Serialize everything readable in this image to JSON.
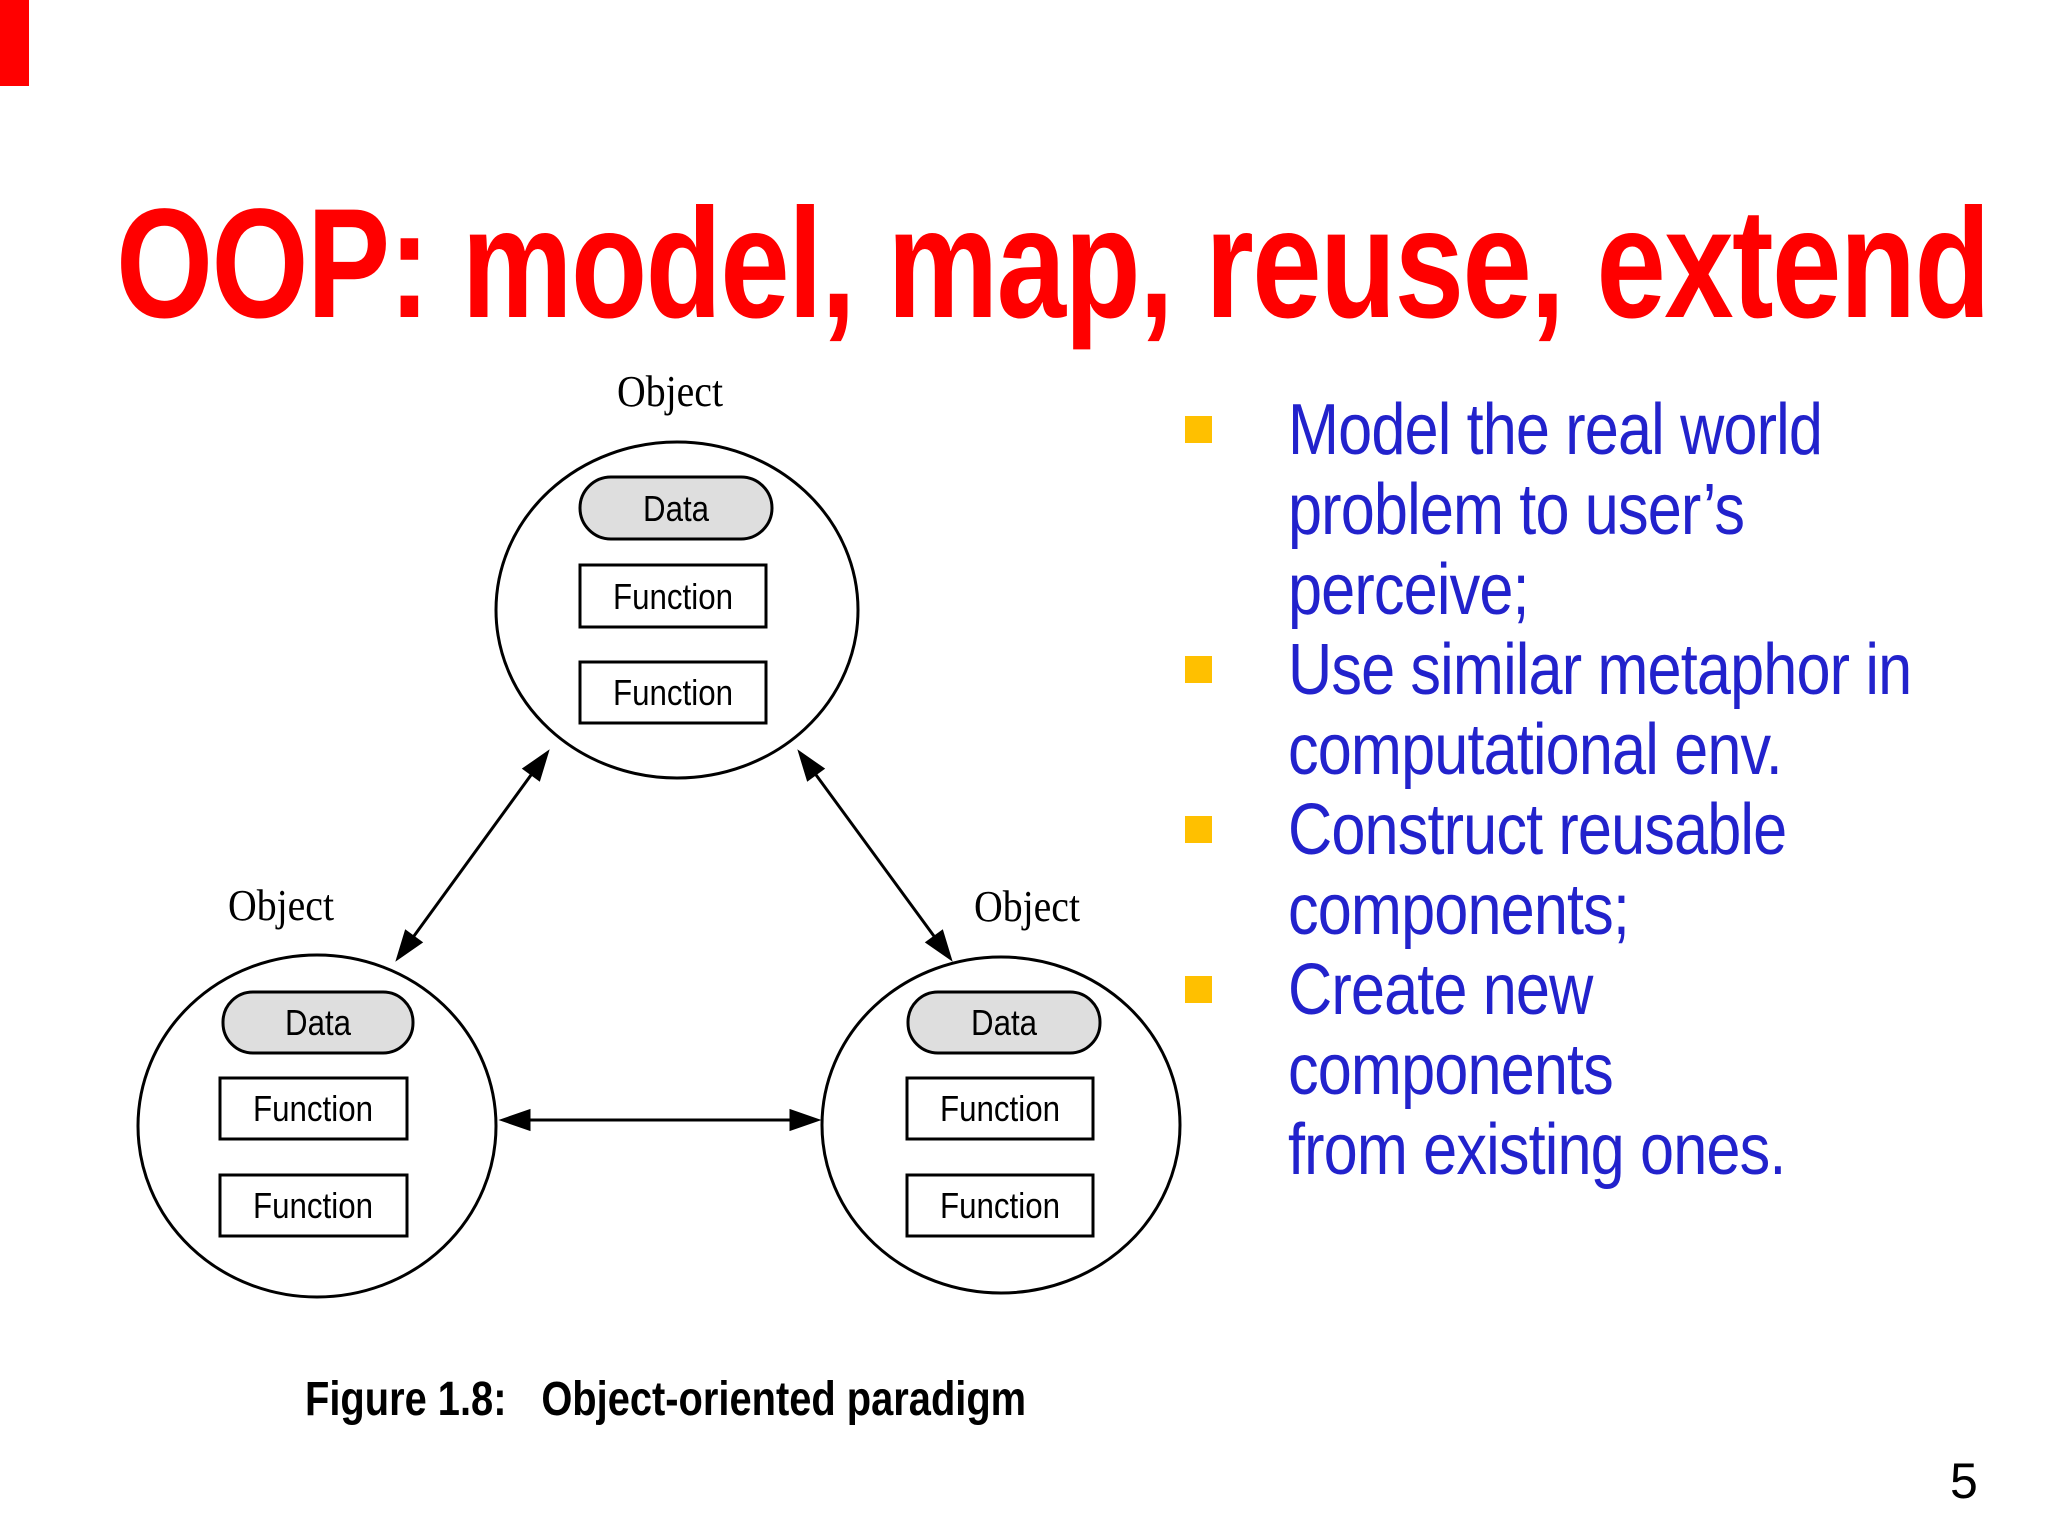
{
  "slide": {
    "title": "OOP: model, map, reuse, extend",
    "page_number": "5",
    "colors": {
      "title_red": "#ff0000",
      "bullet_text_blue": "#2222cc",
      "bullet_square_gold": "#ffc000",
      "data_oval_gray": "#dedede",
      "corner_mark_red": "#ff0000",
      "diagram_line_black": "#000000"
    }
  },
  "bullets": {
    "items": [
      {
        "text": "Model the real world\nproblem to user’s\nperceive;"
      },
      {
        "text": "Use similar metaphor in\ncomputational env."
      },
      {
        "text": "Construct reusable\ncomponents;"
      },
      {
        "text": "Create new components\nfrom existing ones."
      }
    ]
  },
  "diagram": {
    "objects": [
      {
        "label": "Object",
        "data_label": "Data",
        "functions": [
          "Function",
          "Function"
        ]
      },
      {
        "label": "Object",
        "data_label": "Data",
        "functions": [
          "Function",
          "Function"
        ]
      },
      {
        "label": "Object",
        "data_label": "Data",
        "functions": [
          "Function",
          "Function"
        ]
      }
    ],
    "caption_label": "Figure 1.8:",
    "caption_text": "Object-oriented paradigm"
  }
}
